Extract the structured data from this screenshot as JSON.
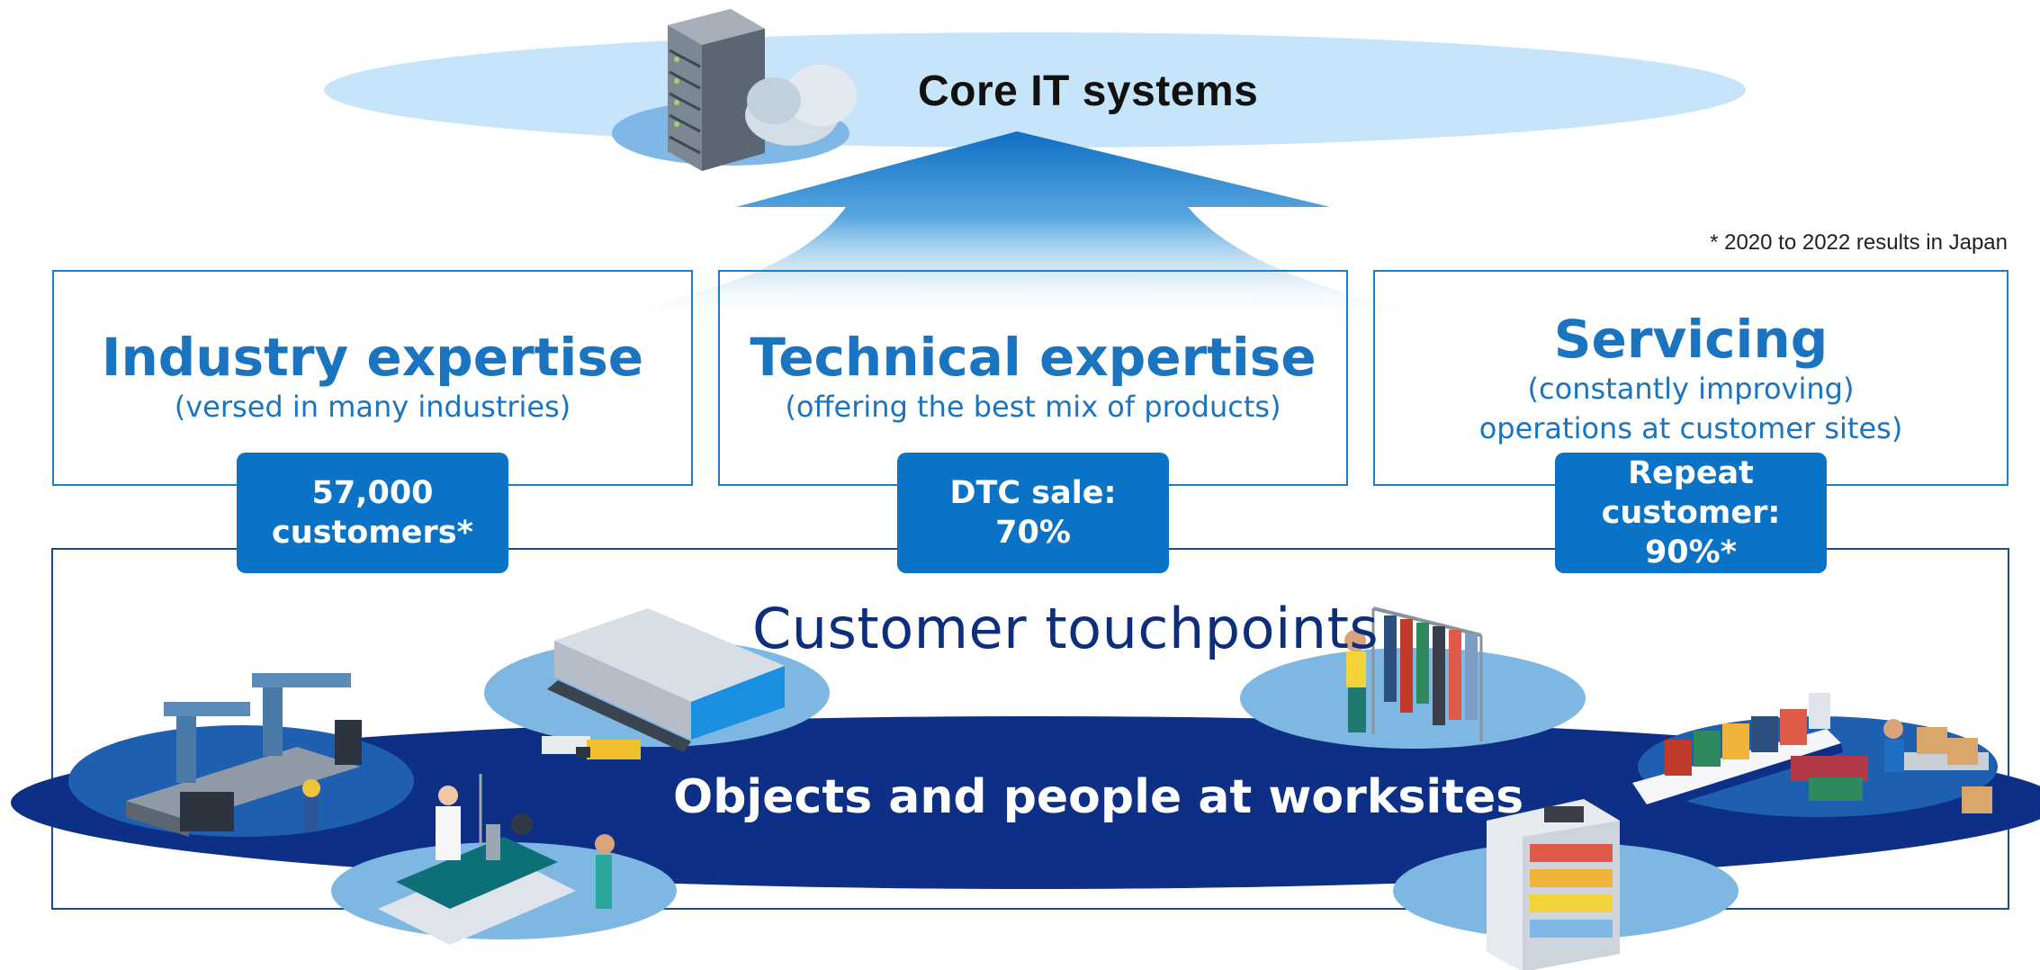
{
  "core": {
    "title": "Core IT systems"
  },
  "footnote": "* 2020 to 2022 results in Japan",
  "cards": [
    {
      "title": "Industry expertise",
      "sub1": "(versed in many industries)",
      "sub2": ""
    },
    {
      "title": "Technical expertise",
      "sub1": "(offering the best mix of products)",
      "sub2": ""
    },
    {
      "title": "Servicing",
      "sub1": "(constantly improving)",
      "sub2": "operations at customer sites)"
    }
  ],
  "badges": [
    {
      "line1": "57,000",
      "line2": "customers*",
      "line3": ""
    },
    {
      "line1": "DTC sale:",
      "line2": "70%",
      "line3": ""
    },
    {
      "line1": "Repeat",
      "line2": "customer:",
      "line3": "90%*"
    }
  ],
  "touchpoints": {
    "title": "Customer touchpoints"
  },
  "worksites": {
    "title": "Objects and people at worksites"
  },
  "colors": {
    "primary": "#1a74bf",
    "badge": "#0b73c6",
    "navy": "#0d2d7d",
    "cloud": "#c8e6fb",
    "platform": "#7fb7e3"
  }
}
